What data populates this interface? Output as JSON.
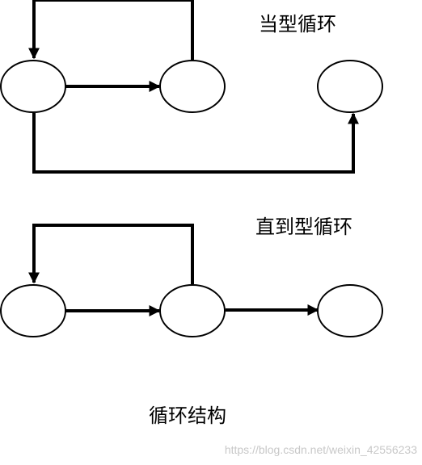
{
  "labels": {
    "while_loop": "当型循环",
    "until_loop": "直到型循环",
    "caption": "循环结构"
  },
  "watermark": "https://blog.csdn.net/weixin_42556233",
  "colors": {
    "line": "#000000",
    "background": "#ffffff",
    "watermark": "#c8c8c8"
  }
}
